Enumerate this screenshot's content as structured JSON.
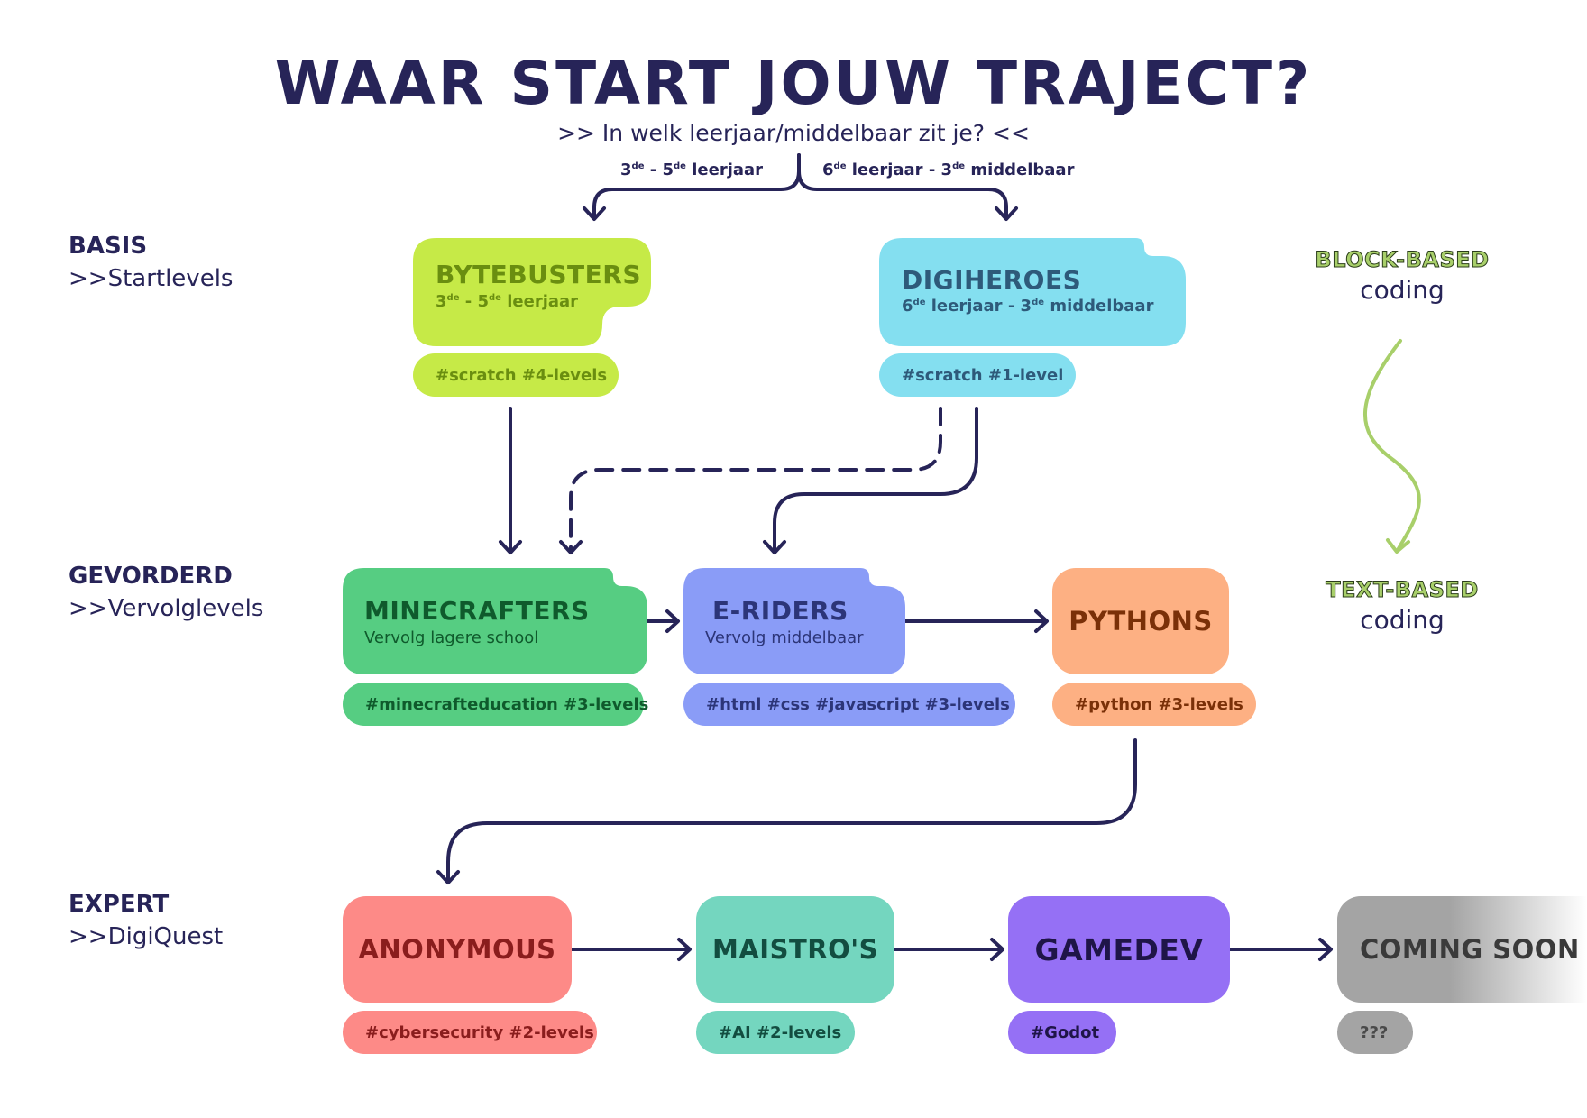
{
  "header": {
    "title": "WAAR START JOUW TRAJECT?",
    "subtitle": ">> In welk leerjaar/middelbaar zit je? <<"
  },
  "branches": {
    "left": {
      "pre": "3",
      "sup1": "de",
      "mid": " - 5",
      "sup2": "de",
      "post": " leerjaar"
    },
    "right": {
      "pre": "6",
      "sup1": "de",
      "mid": " leerjaar - 3",
      "sup2": "de",
      "post": " middelbaar"
    }
  },
  "levels": {
    "basis": {
      "title": "BASIS",
      "sub": ">>Startlevels"
    },
    "gevorderd": {
      "title": "GEVORDERD",
      "sub": ">>Vervolglevels"
    },
    "expert": {
      "title": "EXPERT",
      "sub": ">>DigiQuest"
    }
  },
  "legend": {
    "top_title": "BLOCK-BASED",
    "top_sub": "coding",
    "bottom_title": "TEXT-BASED",
    "bottom_sub": "coding"
  },
  "cards": {
    "bytebusters": {
      "title": "BYTEBUSTERS",
      "sub_pre": "3",
      "sub_sup1": "de",
      "sub_mid": " - 5",
      "sub_sup2": "de",
      "sub_post": " leerjaar",
      "tag": "#scratch #4-levels"
    },
    "digiheroes": {
      "title": "DIGIHEROES",
      "sub_pre": "6",
      "sub_sup1": "de",
      "sub_mid": " leerjaar - 3",
      "sub_sup2": "de",
      "sub_post": " middelbaar",
      "tag": "#scratch #1-level"
    },
    "minecrafters": {
      "title": "MINECRAFTERS",
      "sub": "Vervolg lagere school",
      "tag": "#minecrafteducation #3-levels"
    },
    "eriders": {
      "title": "E-RIDERS",
      "sub": "Vervolg middelbaar",
      "tag": "#html #css #javascript #3-levels"
    },
    "pythons": {
      "title": "PYTHONS",
      "tag": "#python #3-levels"
    },
    "anonymous": {
      "title": "ANONYMOUS",
      "tag": "#cybersecurity #2-levels"
    },
    "maistros": {
      "title": "MAISTRO'S",
      "tag": "#AI #2-levels"
    },
    "gamedev": {
      "title": "GAMEDEV",
      "tag": "#Godot"
    },
    "comingsoon": {
      "title": "COMING SOON",
      "tag": "???"
    }
  },
  "colors": {
    "ink": "#272458",
    "bytebusters": "#c6ea47",
    "digiheroes": "#84dff0",
    "minecrafters": "#56cd82",
    "eriders": "#8a9cf7",
    "pythons": "#fdb083",
    "anonymous": "#fd8a87",
    "maistros": "#74d6bf",
    "gamedev": "#9570f5",
    "comingsoon": "#a4a4a4",
    "legend": "#a8cf6a"
  }
}
